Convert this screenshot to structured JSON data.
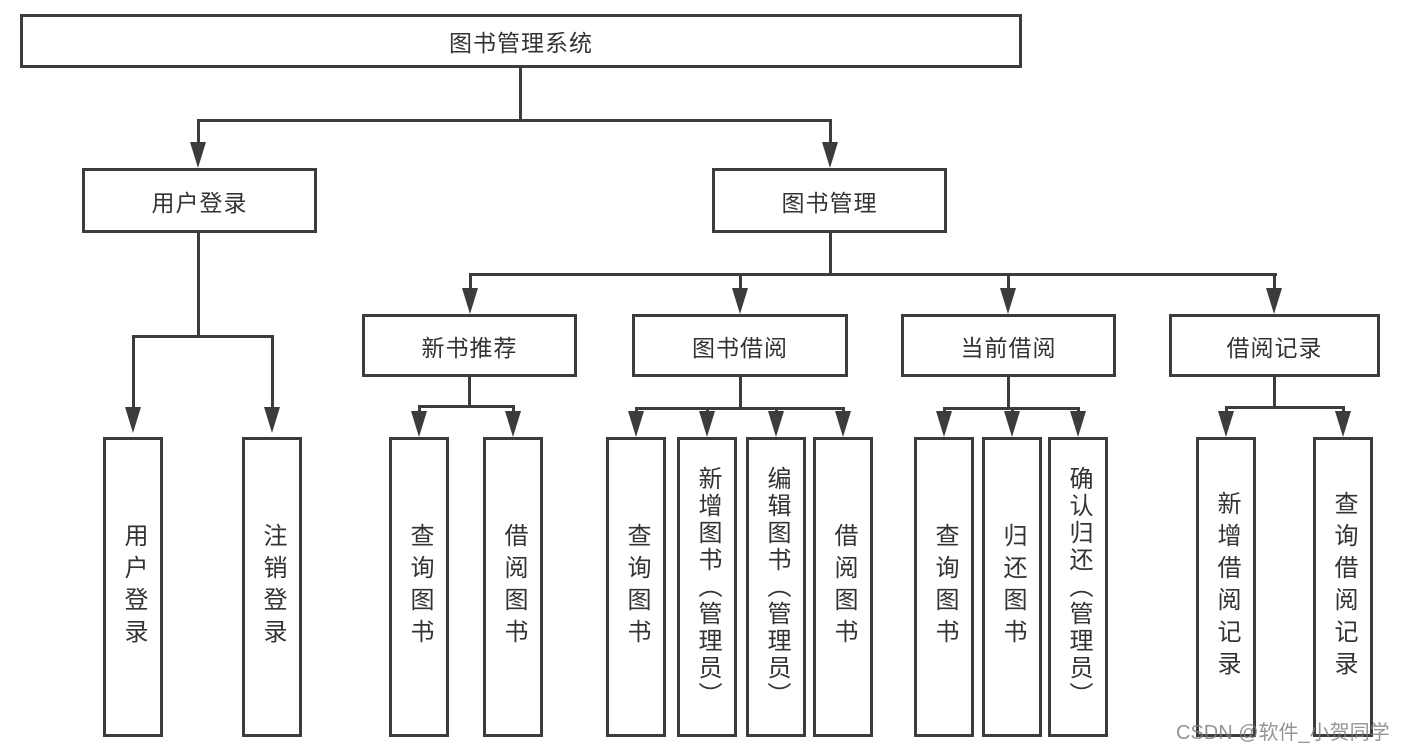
{
  "tree": {
    "root": "图书管理系统",
    "branches": [
      {
        "label": "用户登录",
        "children": [
          "用户登录",
          "注销登录"
        ]
      },
      {
        "label": "图书管理",
        "sections": [
          {
            "label": "新书推荐",
            "children": [
              "查询图书",
              "借阅图书"
            ]
          },
          {
            "label": "图书借阅",
            "children": [
              "查询图书",
              "新增图书（管理员）",
              "编辑图书（管理员）",
              "借阅图书"
            ]
          },
          {
            "label": "当前借阅",
            "children": [
              "查询图书",
              "归还图书",
              "确认归还（管理员）"
            ]
          },
          {
            "label": "借阅记录",
            "children": [
              "新增借阅记录",
              "查询借阅记录"
            ]
          }
        ]
      }
    ]
  },
  "watermark": "CSDN @软件_小贺同学",
  "colors": {
    "line": "#3c3c3c",
    "text": "#333333",
    "box_fill": "#ffffff",
    "watermark": "#7d7d7d"
  }
}
